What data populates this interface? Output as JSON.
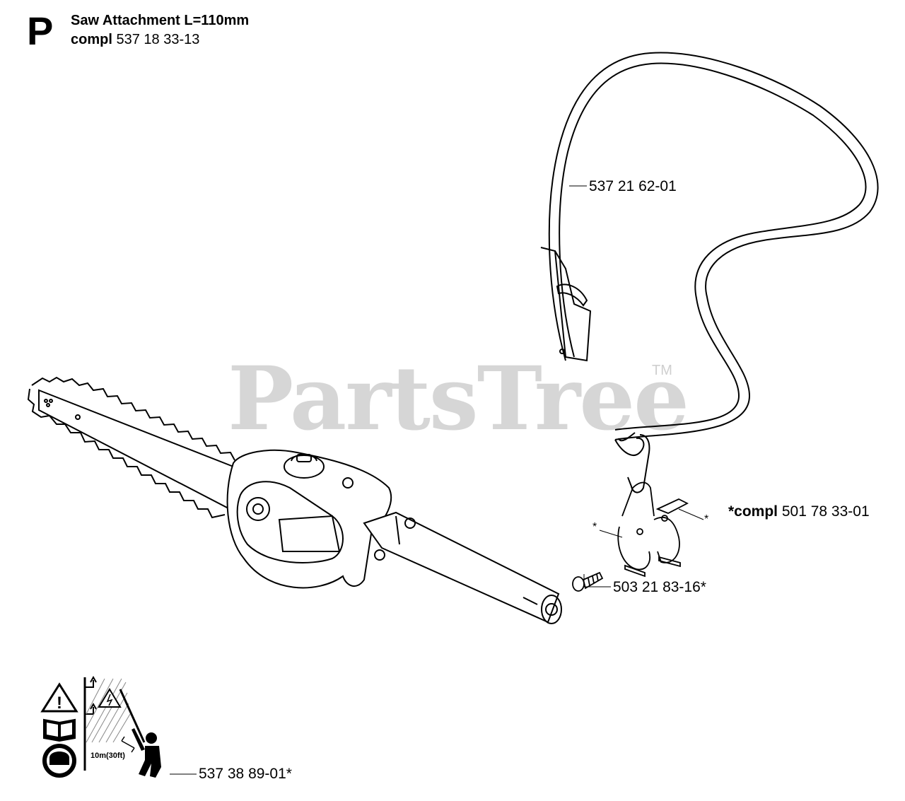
{
  "header": {
    "section_letter": "P",
    "title": "Saw Attachment L=110mm",
    "compl_label": "compl",
    "compl_number": "537 18 33-13"
  },
  "parts": {
    "strap": "537 21 62-01",
    "screw": "503 21 83-16*",
    "decal": "537 38 89-01*",
    "clamp_prefix": "*compl",
    "clamp_number": "501 78 33-01",
    "star_marker": "*"
  },
  "decal_text": "10m(30ft)",
  "watermark": {
    "text": "PartsTree",
    "tm": "TM"
  }
}
